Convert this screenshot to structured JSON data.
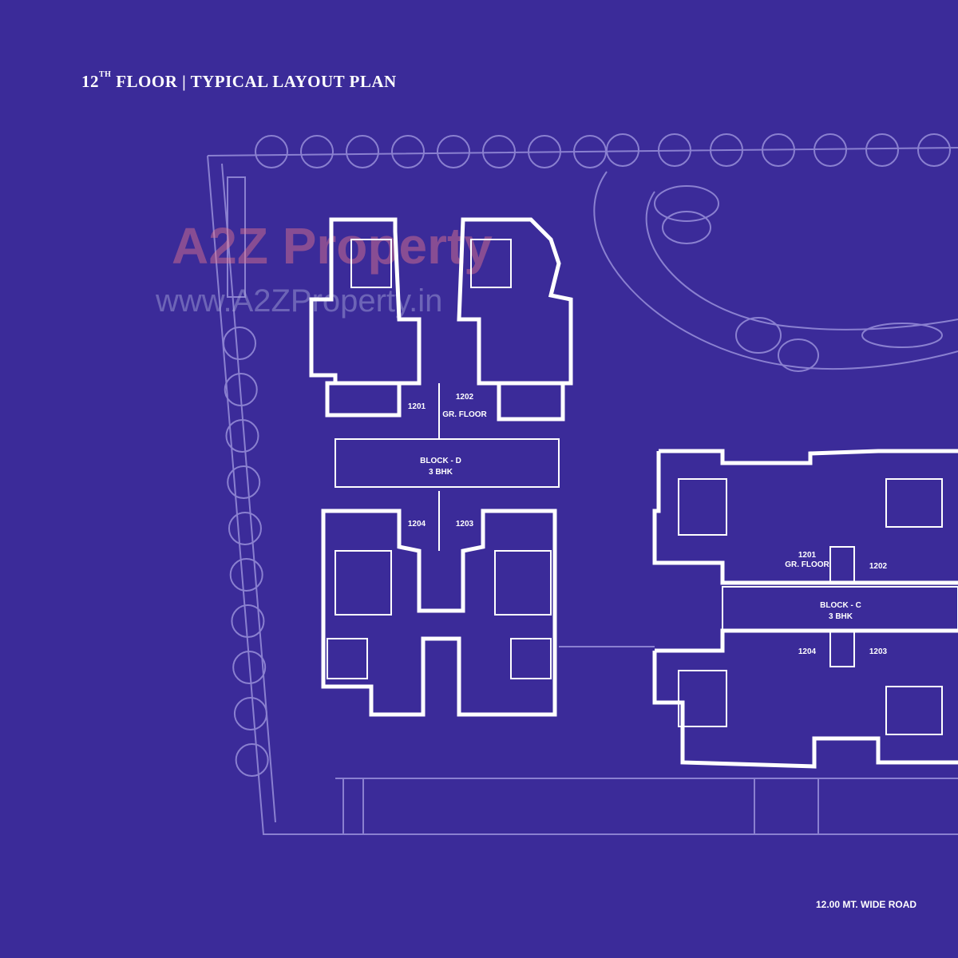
{
  "header": {
    "title_number": "12",
    "title_suffix": "TH",
    "title_rest": " FLOOR | TYPICAL LAYOUT PLAN"
  },
  "colors": {
    "background": "#3b2b99",
    "walls": "#ffffff",
    "landscape": "#8a80d0"
  },
  "watermark": {
    "brand": "A2Z Property",
    "url": "www.A2ZProperty.in"
  },
  "block_d": {
    "name": "BLOCK - D",
    "type": "3 BHK",
    "units": [
      "1201",
      "1202",
      "1203",
      "1204"
    ],
    "ground_floor_note": "GR. FLOOR"
  },
  "block_c": {
    "name": "BLOCK - C",
    "type": "3 BHK",
    "units": [
      "1201",
      "1202",
      "1203",
      "1204"
    ],
    "ground_floor_note": "GR. FLOOR"
  },
  "road_label": "12.00 MT. WIDE ROAD"
}
